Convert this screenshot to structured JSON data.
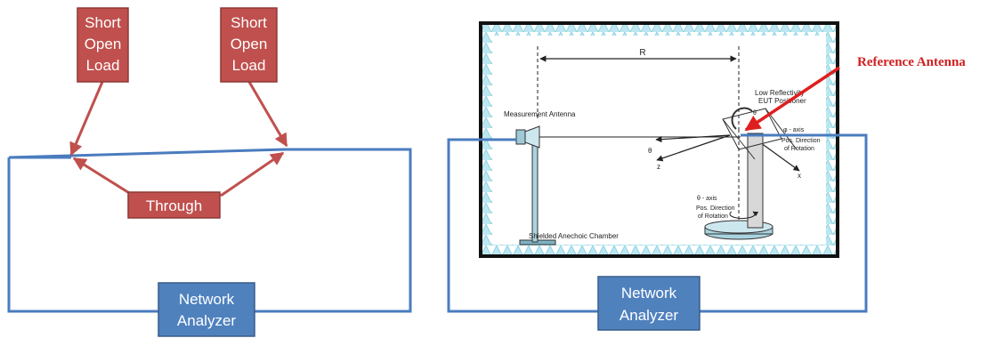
{
  "colors": {
    "wire": "#4a7cbe",
    "red_box_fill": "#c0504d",
    "red_box_stroke": "#8c3836",
    "red_arrow": "#c0504d",
    "analyzer_fill": "#4f81bd",
    "analyzer_stroke": "#385d8a",
    "chamber_frame": "#111111",
    "absorber": "#8fd4e4",
    "reference_arrow": "#e01e1e"
  },
  "left_panel": {
    "standard_left": [
      "Short",
      "Open",
      "Load"
    ],
    "standard_right": [
      "Short",
      "Open",
      "Load"
    ],
    "through": "Through",
    "analyzer": [
      "Network",
      "Analyzer"
    ]
  },
  "right_panel": {
    "chamber": {
      "distance_label": "R",
      "measurement_antenna": "Measurement Antenna",
      "positioner": [
        "Low Reflectivity",
        "EUT Positioner"
      ],
      "theta": "θ",
      "z_axis": "z",
      "x_axis": "x",
      "phi_axis": "φ - axis",
      "phi_rotation": [
        "Pos. Direction",
        "of Rotation"
      ],
      "theta_axis": "θ - axis",
      "theta_rotation": [
        "Pos. Direction",
        "of Rotation"
      ],
      "chamber_label": "Shielded Anechoic Chamber"
    },
    "reference_antenna": "Reference Antenna",
    "analyzer": [
      "Network",
      "Analyzer"
    ]
  }
}
